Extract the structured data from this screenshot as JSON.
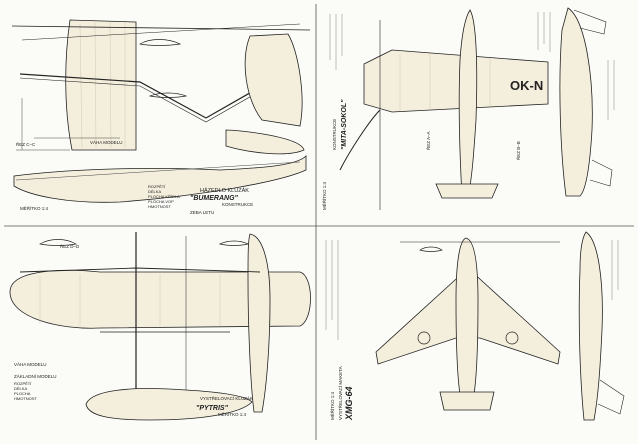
{
  "plans": {
    "top_left": {
      "label_kind": "HÁZEDLO KLUZÁK",
      "title": "\"BUMERANG\"",
      "subtitle": "KONSTRUKCE",
      "scale": "MĚŘÍTKO 1:4",
      "area": "ZEBA  LETU",
      "section_label": "ŘEZ  C–C",
      "weight_label": "VÁHA  MODELU",
      "specs": [
        "ROZPĚTÍ",
        "DÉLKA",
        "PLOCHA KŘÍDLA",
        "PLOCHA VOP",
        "HMOTNOST"
      ]
    },
    "top_right": {
      "title": "\"MITA-SOKOL\"",
      "registration": "OK-N",
      "scale": "MĚŘÍTKO 1:4",
      "notes": [
        "KONSTRUKCE",
        "ŘEZ A–A",
        "ŘEZ B–B"
      ]
    },
    "bottom_left": {
      "label_kind": "VYSTŘELOVACÍ KLUZÁK",
      "title": "\"PYTRIS\"",
      "scale": "MĚŘÍTKO 1:4",
      "spec_title": "ZÁKLADNÍ MODELU",
      "section_label": "ŘEZ  D–D",
      "weight_label": "VÁHA MODELU",
      "specs": [
        "ROZPĚTÍ",
        "DÉLKA",
        "PLOCHA",
        "HMOTNOST"
      ]
    },
    "bottom_right": {
      "title": "XMG-64",
      "subtitle": "VYSTŘELOVACÍ MAKETA",
      "scale": "MĚŘÍTKO 1:4"
    }
  }
}
